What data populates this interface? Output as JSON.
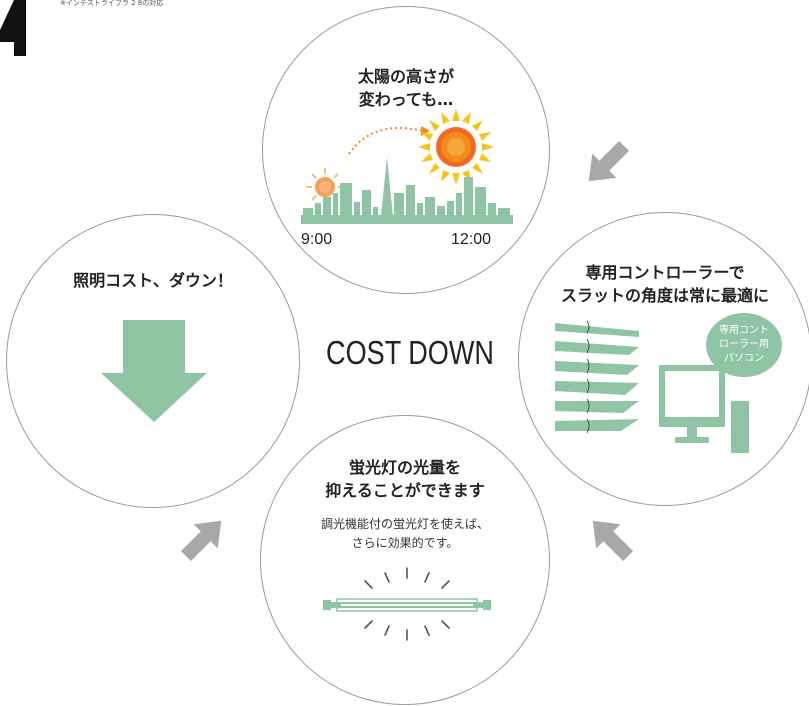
{
  "header": {
    "step_number": "4",
    "note": "※インテストライブラ 2 8の対応"
  },
  "center": {
    "label": "COST DOWN"
  },
  "circles": {
    "top": {
      "title_line1": "太陽の高さが",
      "title_line2": "変わっても…",
      "time_left": "9:00",
      "time_right": "12:00"
    },
    "right": {
      "title_line1": "専用コントローラーで",
      "title_line2": "スラットの角度は常に最適に",
      "bubble_line1": "専用コント",
      "bubble_line2": "ローラー用",
      "bubble_line3": "パソコン"
    },
    "bottom": {
      "title_line1": "蛍光灯の光量を",
      "title_line2": "抑えることができます",
      "body_line1": "調光機能付の蛍光灯を使えば、",
      "body_line2": "さらに効果的です。"
    },
    "left": {
      "title": "照明コスト、ダウン！"
    }
  },
  "colors": {
    "accent_green": "#8fc4a4",
    "arrow_gray": "#a8a8a8",
    "sun_orange": "#f08a1c",
    "sun_yellow": "#f5c518"
  },
  "icons": {
    "sun_large": "sun-icon",
    "sun_small": "sun-icon",
    "skyline": "city-skyline-icon",
    "blinds": "blinds-icon",
    "monitor": "monitor-icon",
    "down_arrow": "down-arrow-icon",
    "fluorescent_lamp": "fluorescent-lamp-icon"
  }
}
